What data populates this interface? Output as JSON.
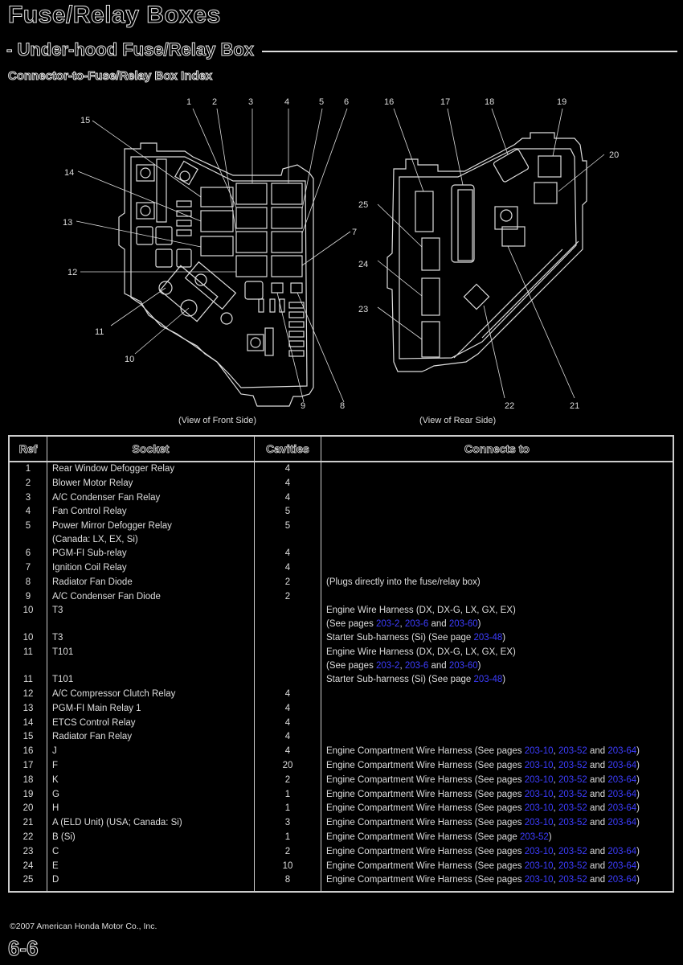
{
  "header": {
    "title": "Fuse/Relay Boxes",
    "subtitle": "- Under-hood Fuse/Relay Box",
    "section": "Connector-to-Fuse/Relay Box Index"
  },
  "diagram": {
    "front_caption": "(View of Front Side)",
    "rear_caption": "(View of Rear Side)",
    "front_labels": [
      "1",
      "2",
      "3",
      "4",
      "5",
      "6",
      "7",
      "8",
      "9",
      "10",
      "11",
      "12",
      "13",
      "14",
      "15"
    ],
    "rear_labels": [
      "16",
      "17",
      "18",
      "19",
      "20",
      "21",
      "22",
      "23",
      "24",
      "25"
    ]
  },
  "table": {
    "headers": {
      "ref": "Ref",
      "socket": "Socket",
      "cavities": "Cavities",
      "connects": "Connects to"
    },
    "rows": [
      {
        "ref": "1",
        "socket": "Rear Window Defogger Relay",
        "cavities": "4",
        "connects": "",
        "links": []
      },
      {
        "ref": "2",
        "socket": "Blower Motor Relay",
        "cavities": "4",
        "connects": "",
        "links": []
      },
      {
        "ref": "3",
        "socket": "A/C Condenser Fan Relay",
        "cavities": "4",
        "connects": "",
        "links": []
      },
      {
        "ref": "4",
        "socket": "Fan Control Relay",
        "cavities": "5",
        "connects": "",
        "links": []
      },
      {
        "ref": "5",
        "socket": "Power Mirror Defogger Relay",
        "socket2": "(Canada: LX, EX, Si)",
        "cavities": "5",
        "connects": "",
        "links": []
      },
      {
        "ref": "6",
        "socket": "PGM-FI Sub-relay",
        "cavities": "4",
        "connects": "",
        "links": []
      },
      {
        "ref": "7",
        "socket": "Ignition Coil Relay",
        "cavities": "4",
        "connects": "",
        "links": []
      },
      {
        "ref": "8",
        "socket": "Radiator Fan Diode",
        "cavities": "2",
        "connects": "(Plugs directly into the fuse/relay box)",
        "links": []
      },
      {
        "ref": "9",
        "socket": "A/C Condenser Fan Diode",
        "cavities": "2",
        "connects": "",
        "links": []
      },
      {
        "ref": "10",
        "socket": "T3",
        "cavities": "",
        "connects": "Engine Wire Harness (DX, DX-G, LX, GX, EX)",
        "connects2_prefix": "(See pages ",
        "links": [
          "203-2",
          "203-6",
          "203-60"
        ],
        "connects2_suffix": ")"
      },
      {
        "ref": "10",
        "socket": "T3",
        "cavities": "",
        "connects": "Starter Sub-harness (Si) (See page ",
        "links": [
          "203-48"
        ],
        "connects_suffix": ")"
      },
      {
        "ref": "11",
        "socket": "T101",
        "cavities": "",
        "connects": "Engine Wire Harness (DX, DX-G, LX, GX, EX)",
        "connects2_prefix": "(See pages ",
        "links": [
          "203-2",
          "203-6",
          "203-60"
        ],
        "connects2_suffix": ")"
      },
      {
        "ref": "11",
        "socket": "T101",
        "cavities": "",
        "connects": "Starter Sub-harness (Si) (See page ",
        "links": [
          "203-48"
        ],
        "connects_suffix": ")"
      },
      {
        "ref": "12",
        "socket": "A/C Compressor Clutch Relay",
        "cavities": "4",
        "connects": "",
        "links": []
      },
      {
        "ref": "13",
        "socket": "PGM-FI Main Relay 1",
        "cavities": "4",
        "connects": "",
        "links": []
      },
      {
        "ref": "14",
        "socket": "ETCS Control Relay",
        "cavities": "4",
        "connects": "",
        "links": []
      },
      {
        "ref": "15",
        "socket": "Radiator Fan Relay",
        "cavities": "4",
        "connects": "",
        "links": []
      },
      {
        "ref": "16",
        "socket": "J",
        "cavities": "4",
        "connects": "Engine Compartment Wire Harness (See pages ",
        "links": [
          "203-10",
          "203-52",
          "203-64"
        ]
      },
      {
        "ref": "17",
        "socket": "F",
        "cavities": "20",
        "connects": "Engine Compartment Wire Harness (See pages ",
        "links": [
          "203-10",
          "203-52",
          "203-64"
        ]
      },
      {
        "ref": "18",
        "socket": "K",
        "cavities": "2",
        "connects": "Engine Compartment Wire Harness (See pages ",
        "links": [
          "203-10",
          "203-52",
          "203-64"
        ]
      },
      {
        "ref": "19",
        "socket": "G",
        "cavities": "1",
        "connects": "Engine Compartment Wire Harness (See pages ",
        "links": [
          "203-10",
          "203-52",
          "203-64"
        ]
      },
      {
        "ref": "20",
        "socket": "H",
        "cavities": "1",
        "connects": "Engine Compartment Wire Harness (See pages ",
        "links": [
          "203-10",
          "203-52",
          "203-64"
        ]
      },
      {
        "ref": "21",
        "socket": "A (ELD Unit) (USA; Canada: Si)",
        "cavities": "3",
        "connects": "Engine Compartment Wire Harness (See pages ",
        "links": [
          "203-10",
          "203-52",
          "203-64"
        ]
      },
      {
        "ref": "22",
        "socket": "B (Si)",
        "cavities": "1",
        "connects": "Engine Compartment Wire Harness (See page ",
        "links": [
          "203-52"
        ],
        "connects_suffix": ")"
      },
      {
        "ref": "23",
        "socket": "C",
        "cavities": "2",
        "connects": "Engine Compartment Wire Harness (See pages ",
        "links": [
          "203-10",
          "203-52",
          "203-64"
        ]
      },
      {
        "ref": "24",
        "socket": "E",
        "cavities": "10",
        "connects": "Engine Compartment Wire Harness (See pages ",
        "links": [
          "203-10",
          "203-52",
          "203-64"
        ]
      },
      {
        "ref": "25",
        "socket": "D",
        "cavities": "8",
        "connects": "Engine Compartment Wire Harness (See pages ",
        "links": [
          "203-10",
          "203-52",
          "203-64"
        ]
      }
    ]
  },
  "footer": {
    "copyright": "©2007 American Honda Motor Co., Inc.",
    "page_number": "6-6"
  },
  "colors": {
    "background": "#000000",
    "text": "#e8e8e8",
    "link": "#3d3dff"
  }
}
